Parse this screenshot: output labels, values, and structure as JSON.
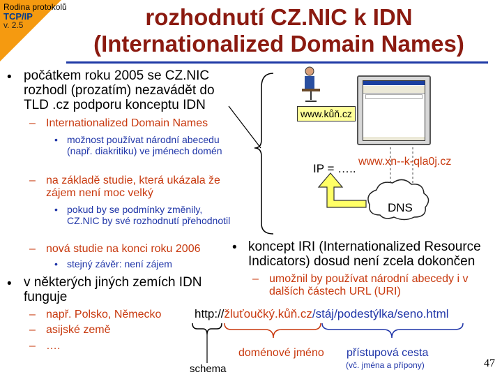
{
  "corner": {
    "line1": "Rodina protokolů",
    "line2": "TCP/IP",
    "line3": "v. 2.5"
  },
  "title": {
    "line1": "rozhodnutí CZ.NIC k IDN",
    "line2": "(Internationalized Domain Names)"
  },
  "left": {
    "b1": "počátkem roku 2005 se CZ.NIC rozhodl (prozatím) nezavádět do TLD .cz podporu konceptu IDN",
    "b1_1": "Internationalized Domain Names",
    "b1_1_1": "možnost používat národní abecedu (např. diakritiku) ve jménech domén",
    "b1_2": "na základě studie, která ukázala že zájem není moc velký",
    "b1_2_1": "pokud by se podmínky změnily, CZ.NIC by své rozhodnutí přehodnotil",
    "b1_3": "nová studie na konci roku 2006",
    "b1_3_1": "stejný závěr: není zájem",
    "b2": "v některých jiných zemích IDN funguje",
    "b2_1": "např. Polsko, Německo",
    "b2_2": "asijské země",
    "b2_3": "…."
  },
  "right": {
    "b1": "koncept IRI (Internationalized Resource Indicators) dosud není zcela dokončen",
    "b1_1": "umožnil by používat národní abecedy i v dalších částech URL (URI)"
  },
  "diagram": {
    "www_kun": "www.kůň.cz",
    "xn": "www.xn--k-qla0j.cz",
    "ip": "IP = …..",
    "dns": "DNS"
  },
  "url": {
    "scheme": "http://",
    "domain": "žluťoučký.kůň.cz",
    "path": "/stáj/podestýlka/seno.html"
  },
  "labels": {
    "schema": "schema",
    "domain": "doménové jméno",
    "path": "přístupová cesta",
    "path_sub": "(vč. jména a přípony)"
  },
  "page_number": "47",
  "colors": {
    "accent_orange": "#f59a10",
    "title_red": "#8b1a10",
    "level2_red": "#c8390e",
    "level3_blue": "#1f35a8"
  }
}
